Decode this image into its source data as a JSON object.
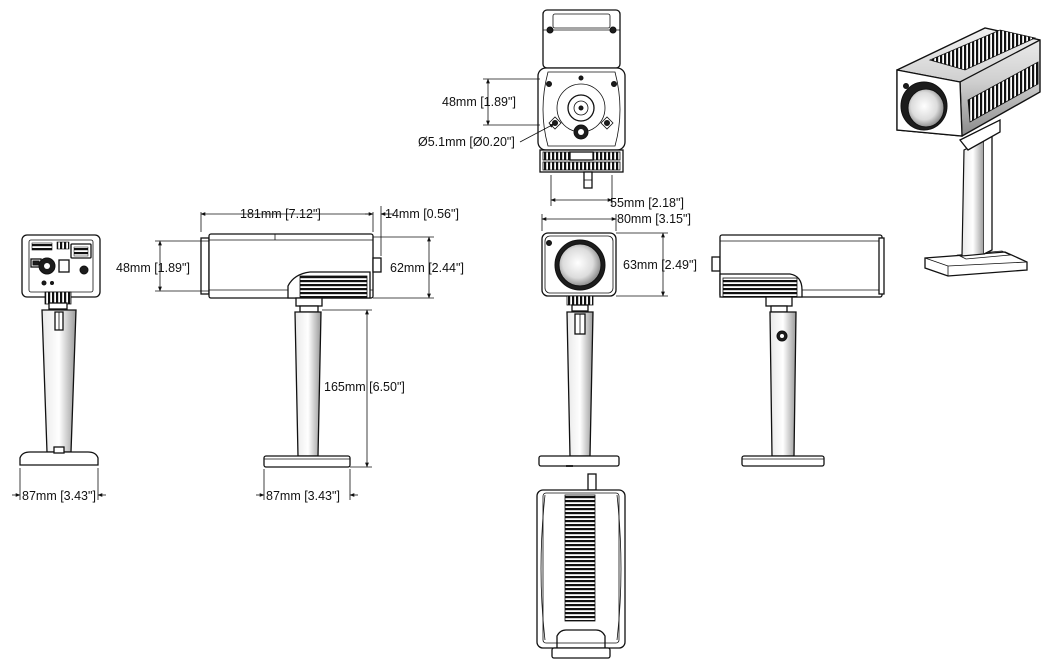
{
  "dimensions": {
    "top_view_height": "48mm [1.89\"]",
    "top_view_hole": "Ø5.1mm [Ø0.20\"]",
    "top_view_width": "55mm [2.18\"]",
    "side_length": "181mm [7.12\"]",
    "side_connector": "14mm [0.56\"]",
    "side_left_height": "48mm [1.89\"]",
    "side_right_height": "62mm [2.44\"]",
    "side_stand_height": "165mm [6.50\"]",
    "side_base_width": "87mm [3.43\"]",
    "rear_base_width": "87mm [3.43\"]",
    "front_width": "80mm [3.15\"]",
    "front_height": "63mm [2.49\"]"
  },
  "colors": {
    "line": "#111111",
    "grey_fill": "#bdbdbd",
    "dark_fill": "#1c1c1c",
    "background": "#ffffff"
  }
}
